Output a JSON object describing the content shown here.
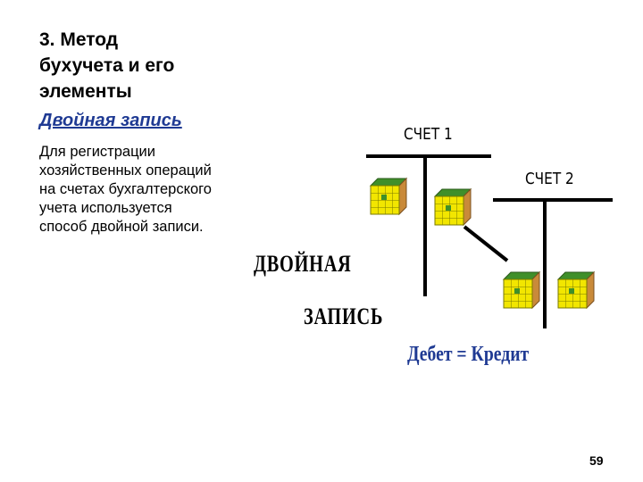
{
  "slide": {
    "title": "3. Метод\nбухучета и его\nэлементы",
    "subheading": "Двойная запись",
    "body": "Для регистрации\nхозяйственных операций\nна счетах бухгалтерского\nучета используется\nспособ двойной записи.",
    "page_number": "59"
  },
  "diagram": {
    "account1": "СЧЕТ 1",
    "account2": "СЧЕТ 2",
    "label_double": "ДВОЙНАЯ",
    "label_record": "ЗАПИСЬ",
    "equation": "Дебет = Кредит",
    "cube_icon": "cube-icon",
    "colors": {
      "cube_face": "#f2e600",
      "cube_top": "#3f8f2a",
      "cube_side": "#c98a3a",
      "equation": "#1f3a93"
    }
  }
}
